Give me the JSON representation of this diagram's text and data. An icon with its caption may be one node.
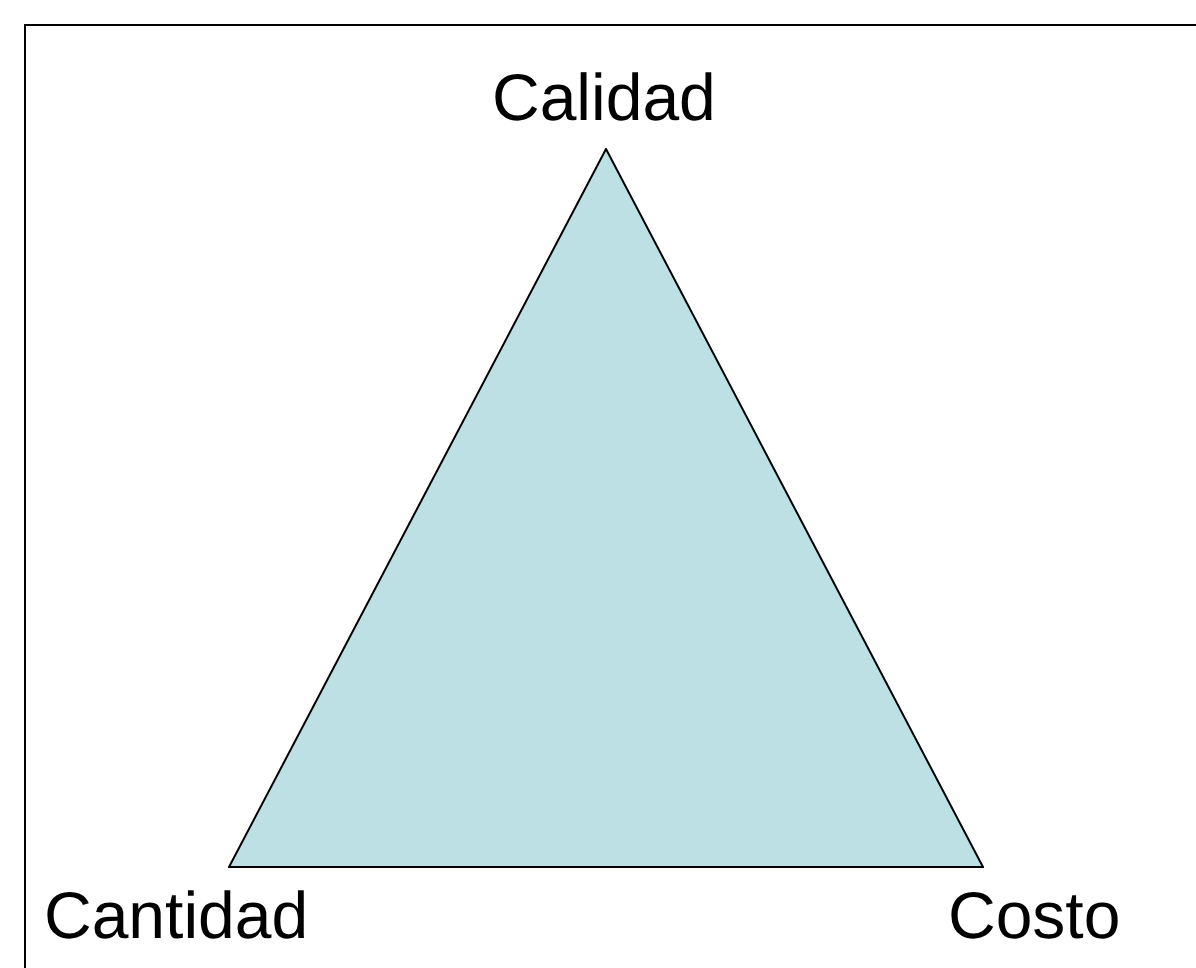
{
  "diagram": {
    "nodes": [
      {
        "text": [],
        "shape": "triangle"
      }
    ],
    "labels": [
      "Calidad",
      "Cantidad",
      "Costo"
    ]
  }
}
